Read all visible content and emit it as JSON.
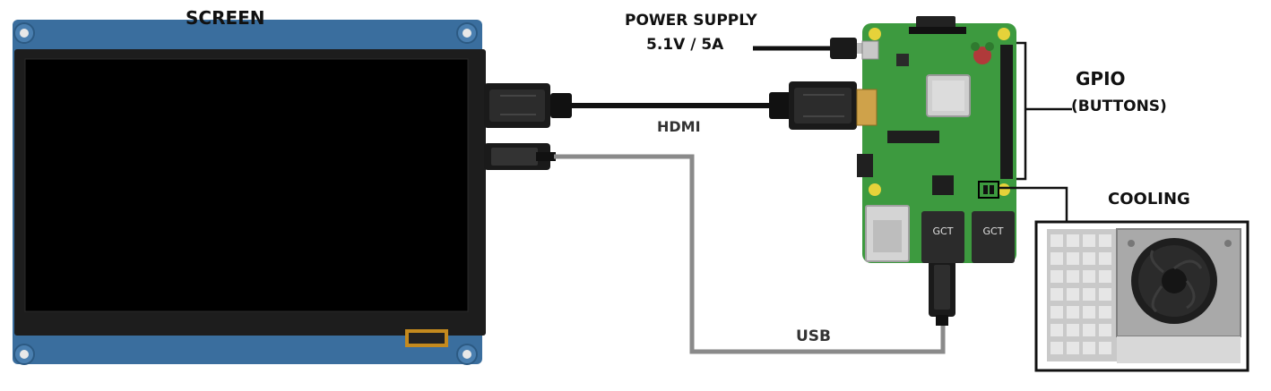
{
  "labels": {
    "screen": "SCREEN",
    "power_title": "POWER SUPPLY",
    "power_rating": "5.1V / 5A",
    "hdmi": "HDMI",
    "usb": "USB",
    "gpio": "GPIO",
    "buttons": "(BUTTONS)",
    "cooling": "COOLING"
  },
  "board": {
    "usb_port_text": "GCT",
    "usb_port_text_2": "GCT"
  },
  "colors": {
    "screen_bezel": "#1d1d1d",
    "screen_display": "#000000",
    "screen_pcb": "#3a6e9e",
    "board_green": "#3d9a3f",
    "cable_black": "#111111",
    "cable_grey": "#8a8a8a",
    "heatsink": "#c9c9c9",
    "fan_frame": "#a9a9a9"
  }
}
